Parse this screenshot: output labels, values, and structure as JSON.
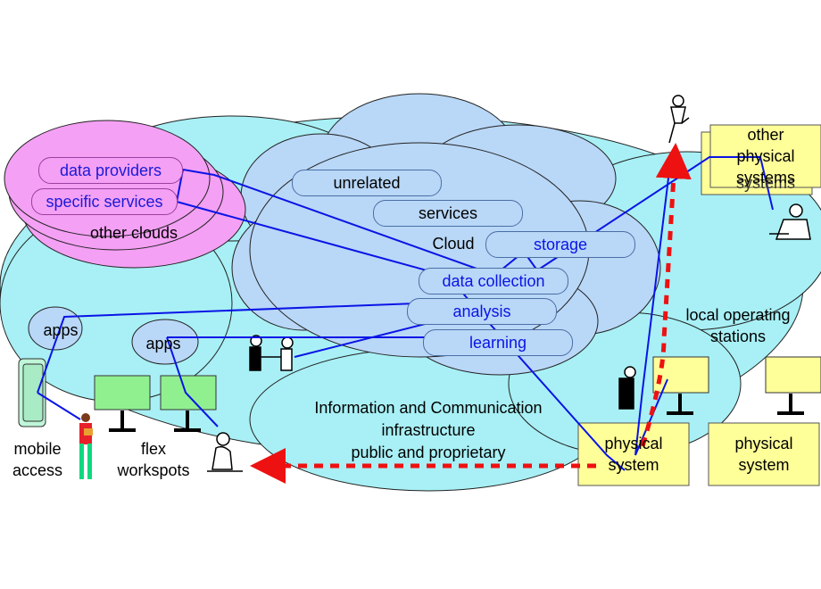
{
  "cloud": {
    "title": "Cloud",
    "pills": {
      "unrelated": "unrelated",
      "services": "services",
      "storage": "storage",
      "data_collection": "data collection",
      "analysis": "analysis",
      "learning": "learning"
    }
  },
  "other_clouds": {
    "label": "other clouds",
    "data_providers": "data providers",
    "specific_services": "specific services"
  },
  "apps": {
    "left": "apps",
    "right": "apps"
  },
  "ict": {
    "line1": "Information and Communication",
    "line2": "infrastructure",
    "line3": "public and proprietary"
  },
  "local_operating_stations": {
    "line1": "local operating",
    "line2": "stations"
  },
  "other_physical_systems": {
    "line1": "other",
    "line2": "physical",
    "line3": "systems",
    "back_text": "systems"
  },
  "physical_system_left": {
    "line1": "physical",
    "line2": "system"
  },
  "physical_system_right": {
    "line1": "physical",
    "line2": "system"
  },
  "mobile_access": {
    "line1": "mobile",
    "line2": "access"
  },
  "flex_workspots": {
    "line1": "flex",
    "line2": "workspots"
  },
  "colors": {
    "ict_cloud": "#a8f0f5",
    "main_cloud": "#b9d7f7",
    "pink_cloud": "#f4a0f4",
    "monitor": "#90f090",
    "physical_box": "#ffff99",
    "link_line": "#0a14e6",
    "red_arrow": "#ee1111"
  }
}
